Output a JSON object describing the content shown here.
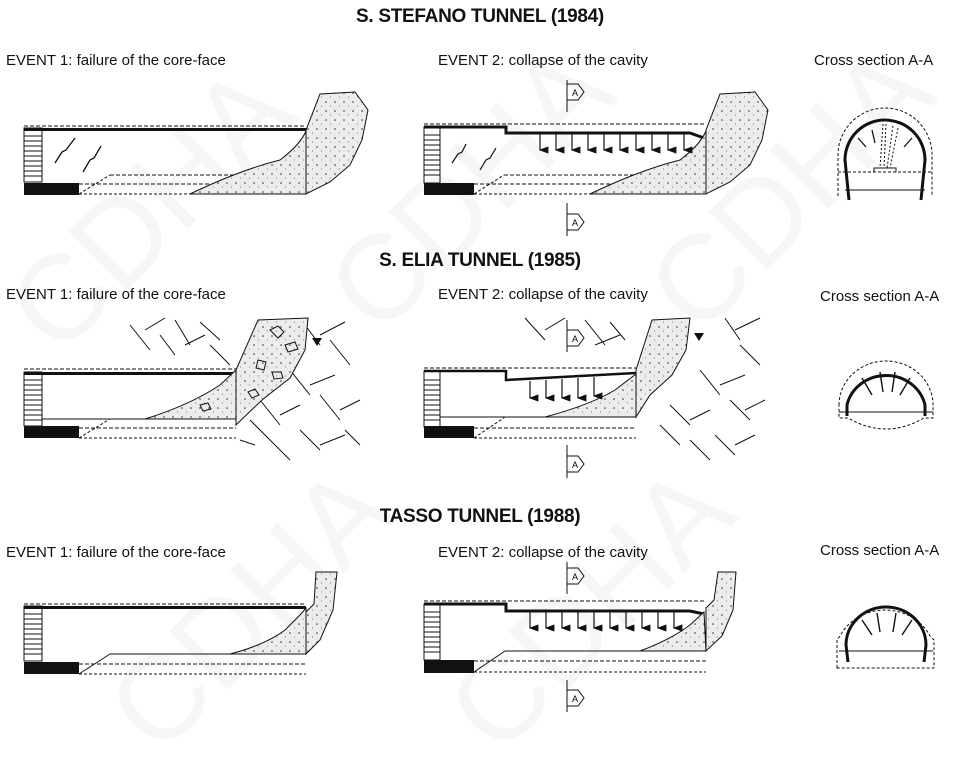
{
  "watermark": "CDHA",
  "sections": [
    {
      "title": "S. STEFANO TUNNEL  (1984)",
      "event1_label": "EVENT 1: failure of the core-face",
      "event2_label": "EVENT 2: collapse of the cavity",
      "cross_section_label": "Cross section A-A",
      "section_marker": "A"
    },
    {
      "title": "S. ELIA TUNNEL (1985)",
      "event1_label": "EVENT 1: failure of the core-face",
      "event2_label": "EVENT 2: collapse of the cavity",
      "cross_section_label": "Cross section A-A",
      "section_marker": "A"
    },
    {
      "title": "TASSO TUNNEL (1988)",
      "event1_label": "EVENT 1: failure of the core-face",
      "event2_label": "EVENT 2: collapse of the cavity",
      "cross_section_label": "Cross section A-A",
      "section_marker": "A"
    }
  ],
  "colors": {
    "ink": "#111111",
    "fill_light": "#e6e6e6",
    "background": "#ffffff"
  }
}
